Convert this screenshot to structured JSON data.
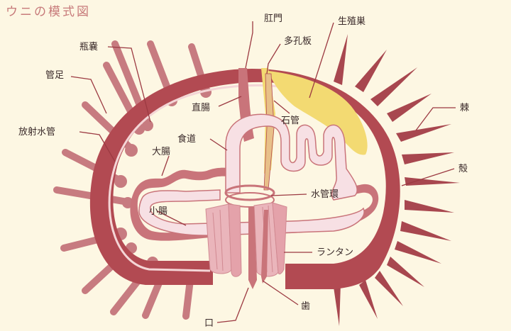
{
  "diagram": {
    "title": "ウニの模式図",
    "labels": {
      "anus": "肛門",
      "madreporite": "多孔板",
      "gonad": "生殖巣",
      "ampulla": "瓶嚢",
      "tube_foot": "管足",
      "rectum": "直腸",
      "stone_canal": "石管",
      "spine": "棘",
      "radial_canal": "放射水管",
      "esophagus": "食道",
      "large_intestine": "大腸",
      "shell": "殻",
      "ring_canal": "水管環",
      "small_intestine": "小腸",
      "lantern": "ランタン",
      "teeth": "歯",
      "mouth": "口"
    },
    "colors": {
      "background": "#fdf7e3",
      "shell": "#b24a52",
      "spine": "#a8474f",
      "gonad": "#f3da72",
      "gut": "#c9747a",
      "pale_organ": "#f7e0e4",
      "lantern": "#eab5bb",
      "leader_line": "#9c3a42"
    }
  }
}
